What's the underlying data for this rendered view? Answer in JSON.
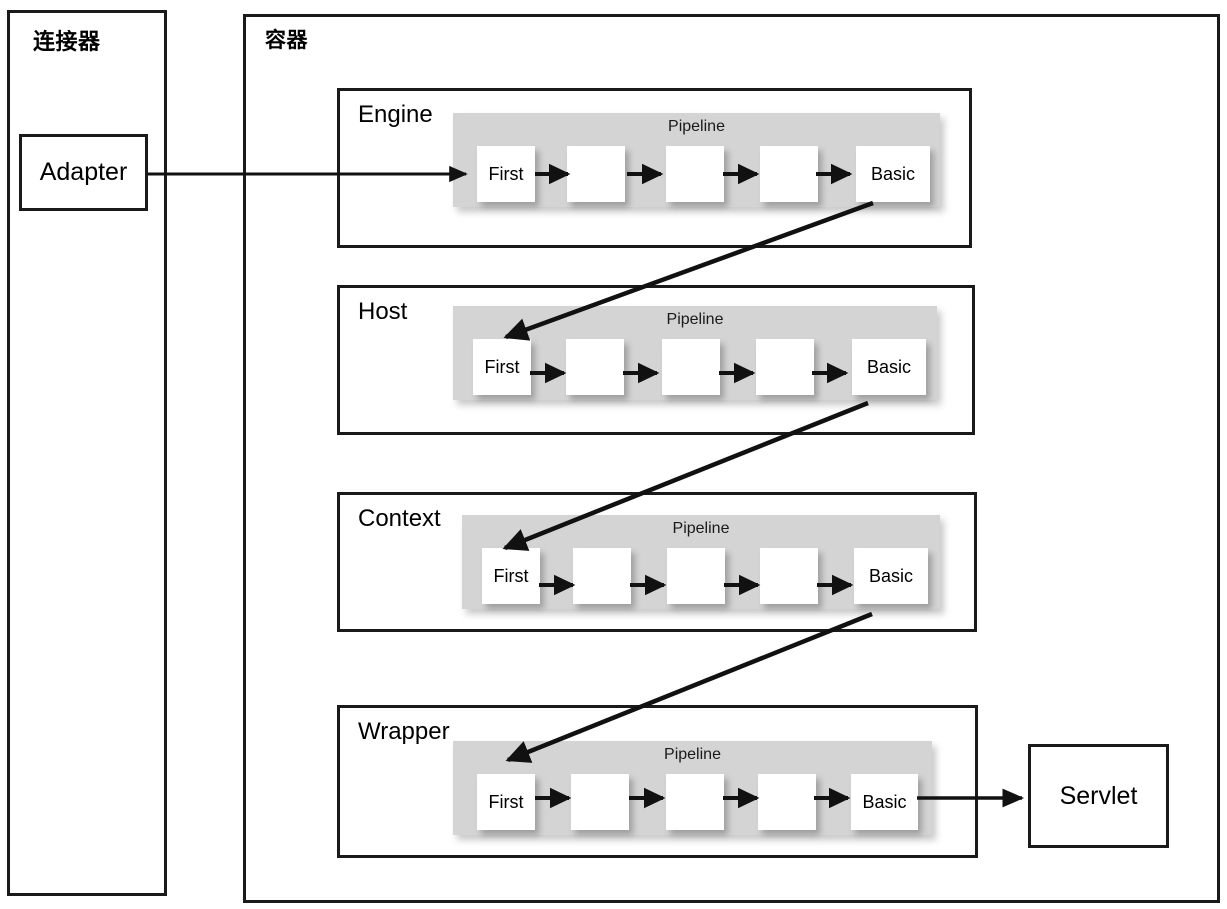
{
  "connector": {
    "title": "连接器",
    "adapter_label": "Adapter"
  },
  "container": {
    "title": "容器"
  },
  "servlet": {
    "label": "Servlet"
  },
  "pipeline_title": "Pipeline",
  "valve_first_label": "First",
  "valve_basic_label": "Basic",
  "tiers": [
    {
      "name": "Engine",
      "pipeline": {
        "title": "Pipeline",
        "valves": [
          {
            "label": "First"
          },
          {
            "label": ""
          },
          {
            "label": ""
          },
          {
            "label": ""
          },
          {
            "label": "Basic"
          }
        ]
      }
    },
    {
      "name": "Host",
      "pipeline": {
        "title": "Pipeline",
        "valves": [
          {
            "label": "First"
          },
          {
            "label": ""
          },
          {
            "label": ""
          },
          {
            "label": ""
          },
          {
            "label": "Basic"
          }
        ]
      }
    },
    {
      "name": "Context",
      "pipeline": {
        "title": "Pipeline",
        "valves": [
          {
            "label": "First"
          },
          {
            "label": ""
          },
          {
            "label": ""
          },
          {
            "label": ""
          },
          {
            "label": "Basic"
          }
        ]
      }
    },
    {
      "name": "Wrapper",
      "pipeline": {
        "title": "Pipeline",
        "valves": [
          {
            "label": "First"
          },
          {
            "label": ""
          },
          {
            "label": ""
          },
          {
            "label": ""
          },
          {
            "label": "Basic"
          }
        ]
      }
    }
  ],
  "colors": {
    "stroke": "#1a1a1a",
    "pipeline_fill": "#d4d4d4",
    "box_fill": "#ffffff",
    "page_background": "#ffffff"
  }
}
